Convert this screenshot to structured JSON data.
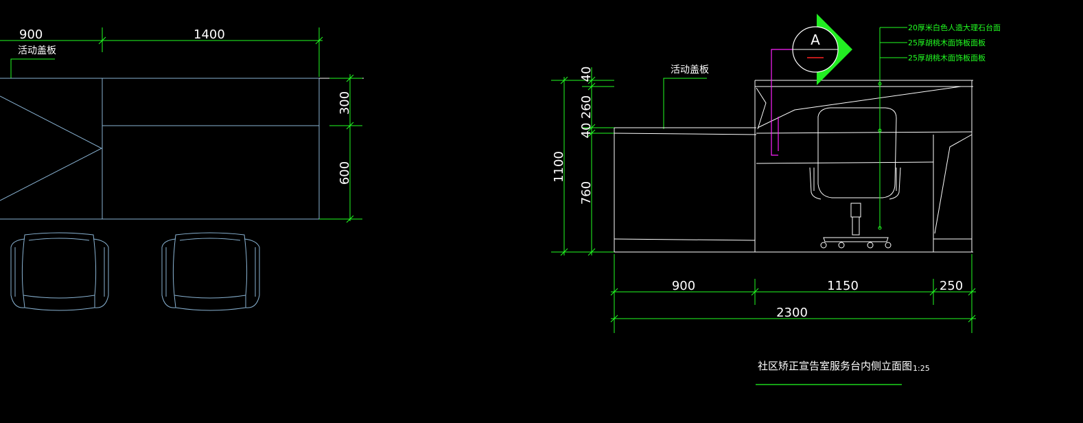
{
  "colors": {
    "background": "#000000",
    "dimension": "#22ff22",
    "outline": "#ffffff",
    "plan_line": "#8ab4d4",
    "magenta": "#ff22ff",
    "marker": "#22ee22"
  },
  "plan": {
    "dims_top": [
      "900",
      "1400"
    ],
    "dims_right": [
      "300",
      "600"
    ],
    "label": "活动盖板"
  },
  "elevation": {
    "dims_left_outer": "1100",
    "dims_left_inner": [
      "40",
      "260",
      "40",
      "760"
    ],
    "dims_bottom": [
      "900",
      "1150",
      "250"
    ],
    "dim_total": "2300",
    "label": "活动盖板",
    "section_marker": "A",
    "notes": [
      "20厚米白色人造大理石台面",
      "25厚胡桃木面饰板面板",
      "25厚胡桃木面饰板面板"
    ],
    "title": "社区矫正宣告室服务台内侧立面图",
    "scale": "1:25"
  }
}
